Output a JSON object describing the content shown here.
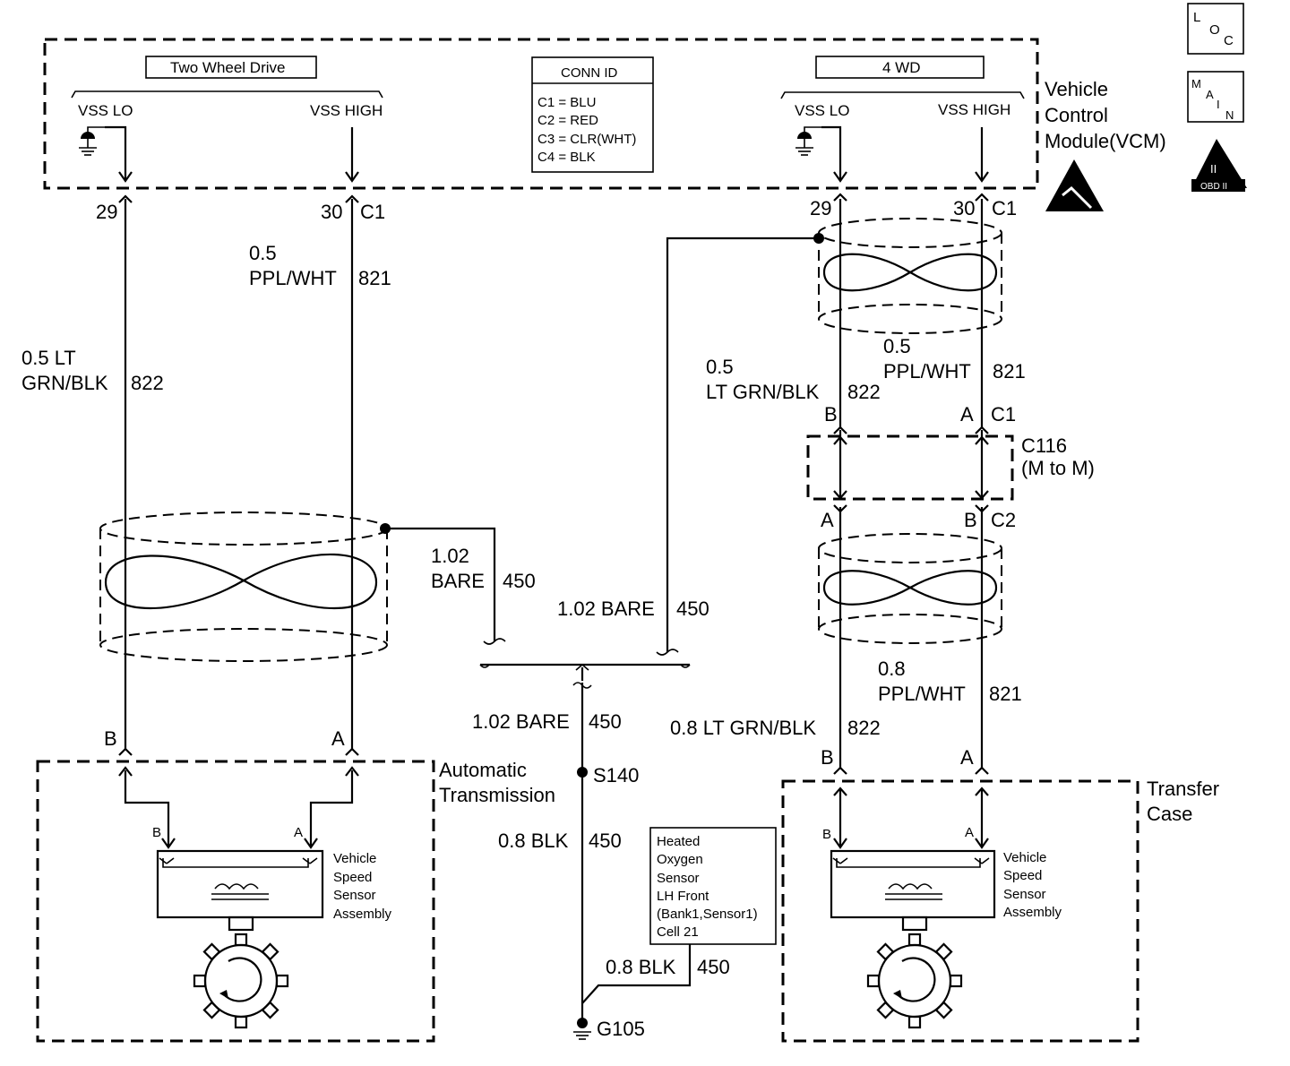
{
  "icons": {
    "loc": {
      "l": "L",
      "o": "O",
      "c": "C"
    },
    "main": {
      "m": "M",
      "a": "A",
      "i": "I",
      "n": "N"
    },
    "obd": {
      "roman": "II",
      "label": "OBD II"
    }
  },
  "vcm": {
    "label_line1": "Vehicle",
    "label_line2": "Control",
    "label_line3": "Module(VCM)",
    "twd_title": "Two Wheel Drive",
    "fwd_title": "4 WD",
    "vss_lo": "VSS LO",
    "vss_high": "VSS HIGH",
    "conn_id": {
      "title": "CONN ID",
      "lines": [
        "C1 = BLU",
        "C2 = RED",
        "C3 = CLR(WHT)",
        "C4 = BLK"
      ]
    }
  },
  "pins": {
    "left_29": "29",
    "left_30": "30",
    "left_c1": "C1",
    "right_29": "29",
    "right_30": "30",
    "right_c1": "C1"
  },
  "wires": {
    "left_high_size": "0.5",
    "left_high_color": "PPL/WHT",
    "left_high_circuit": "821",
    "left_lo_size": "0.5 LT",
    "left_lo_color": "GRN/BLK",
    "left_lo_circuit": "822",
    "right_high_size": "0.5",
    "right_high_color": "PPL/WHT",
    "right_high_circuit": "821",
    "right_lo_size": "0.5",
    "right_lo_color": "LT GRN/BLK",
    "right_lo_circuit": "822",
    "bare_left_size": "1.02",
    "bare_left_color": "BARE",
    "bare_left_circuit": "450",
    "bare_right": "1.02 BARE",
    "bare_right_circuit": "450",
    "bare_center": "1.02 BARE",
    "bare_center_circuit": "450",
    "blk_center": "0.8 BLK",
    "blk_center_circuit": "450",
    "blk_o2": "0.8 BLK",
    "blk_o2_circuit": "450",
    "right_low_high_size": "0.8",
    "right_low_high_color": "PPL/WHT",
    "right_low_high_circuit": "821",
    "right_low_lo": "0.8 LT GRN/BLK",
    "right_low_lo_circuit": "822"
  },
  "connectors": {
    "c116_b": "B",
    "c116_a": "A",
    "c116_c1": "C1",
    "c116_name": "C116",
    "c116_desc": "(M to M)",
    "c116_a2": "A",
    "c116_b2": "B",
    "c116_c2": "C2",
    "at_b": "B",
    "at_a": "A",
    "tc_b": "B",
    "tc_a": "A"
  },
  "splice": {
    "s140": "S140",
    "g105": "G105"
  },
  "components": {
    "at_label1": "Automatic",
    "at_label2": "Transmission",
    "tc_label1": "Transfer",
    "tc_label2": "Case",
    "vss_lines": [
      "Vehicle",
      "Speed",
      "Sensor",
      "Assembly"
    ],
    "sensor_b": "B",
    "sensor_a": "A",
    "o2_lines": [
      "Heated",
      "Oxygen",
      "Sensor",
      "LH Front",
      "(Bank1,Sensor1)",
      "Cell 21"
    ]
  }
}
